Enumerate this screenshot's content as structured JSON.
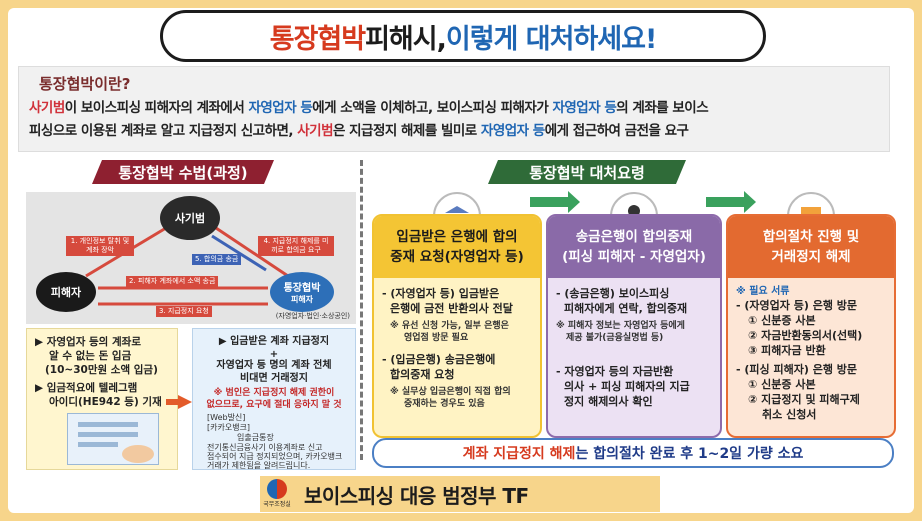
{
  "title": {
    "part1": "통장협박",
    "part2": " 피해시, ",
    "part3": "이렇게 대처하세요!"
  },
  "definition": {
    "heading": "통장협박이란?",
    "line1": [
      "사기범",
      "이 보이스피싱 피해자의 계좌에서 ",
      "자영업자 등",
      "에게 소액을 이체하고, 보이스피싱 피해자가 ",
      "자영업자 등",
      "의 계좌를 보이스"
    ],
    "line2": [
      "피싱으로 이용된 계좌로 알고 지급정지 신고하면, ",
      "사기범",
      "은 지급정지 해제를 빌미로 ",
      "자영업자 등",
      "에게 접근하여 금전을 요구"
    ]
  },
  "left_banner": "통장협박 수법(과정)",
  "right_banner": "통장협박 대처요령",
  "diagram": {
    "thief": "사기범",
    "victim": "피해자",
    "biz1": "통장협박",
    "biz2": "피해자",
    "step1": "1. 개인정보 탈취 및 계좌 장악",
    "step2": "2. 피해자 계좌에서 소액 송금",
    "step3": "3. 지급정지 요청",
    "step4": "4. 지급정지 해제를 미끼로 합의금 요구",
    "step5": "5. 합의금 송금",
    "footnote": "(자영업자·법인·소상공인)"
  },
  "left_panel": {
    "item1a": "▶ 자영업자 등의 계좌로",
    "item1b": "알 수 없는 돈 입금",
    "item1c": "(10~30만원 소액 입금)",
    "item2a": "▶ 입금적요에 텔레그램",
    "item2b": "아이디(HE942 등) 기재"
  },
  "right_panel": {
    "line1": "▶ 입금받은 계좌 지급정지",
    "line2": "+",
    "line3": "자영업자 등 명의 계좌 전체",
    "line4": "비대면 거래정지",
    "warn1": "※ 범인은 지급정지 해제 권한이",
    "warn2": "없으므로, 요구에 절대 응하지 말 것",
    "msg1": "[Web발신]",
    "msg2": "[카카오뱅크]",
    "msg3": "입출금통장",
    "msg4": "전기통신금융사기 이용계좌로 신고",
    "msg5": "접수되어 지급 정지되었으며, 카카오뱅크",
    "msg6": "거래가 제한됨을 알려드립니다."
  },
  "col1": {
    "head1": "입금받은 은행에 합의",
    "head2": "중재 요청(자영업자 등)",
    "b1": "- (자영업자 등) 입금받은",
    "b2": "은행에 금전 반환의사 전달",
    "n1": "※ 유선 신청 가능, 일부 은행은",
    "n2": "영업점 방문 필요",
    "b3": "- (입금은행) 송금은행에",
    "b4": "합의중재 요청",
    "n3": "※ 실무상 입금은행이 직접 합의",
    "n4": "중재하는 경우도 있음"
  },
  "col2": {
    "head1": "송금은행이 합의중재",
    "head2": "(피싱 피해자 - 자영업자)",
    "b1": "- (송금은행) 보이스피싱",
    "b2": "피해자에게 연락, 합의중재",
    "n1": "※ 피해자 정보는 자영업자 등에게",
    "n2": "제공 불가(금융실명법 등)",
    "b3": "- 자영업자 등의 자금반환",
    "b4": "의사 + 피싱 피해자의 지급",
    "b5": "정지 해제의사 확인"
  },
  "col3": {
    "head1": "합의절차 진행 및",
    "head2": "거래정지 해제",
    "docs": "※ 필요 서류",
    "a1": "- (자영업자 등) 은행 방문",
    "a2": "① 신분증 사본",
    "a3": "② 자금반환동의서(선택)",
    "a4": "③ 피해자금 반환",
    "p1": "- (피싱 피해자) 은행 방문",
    "p2": "① 신분증 사본",
    "p3": "② 지급정지 및 피해구제",
    "p4": "취소 신청서"
  },
  "notice": {
    "part1": "계좌 지급정지 해제",
    "part2": "는 합의절차 완료 후 1~2일 가량 소요"
  },
  "footer": {
    "logo": "국무조정실",
    "text": "보이스피싱 대응 범정부 TF"
  },
  "colors": {
    "accent_red": "#d63a1e",
    "accent_blue": "#1f66b3",
    "frame": "#f7d58b"
  }
}
